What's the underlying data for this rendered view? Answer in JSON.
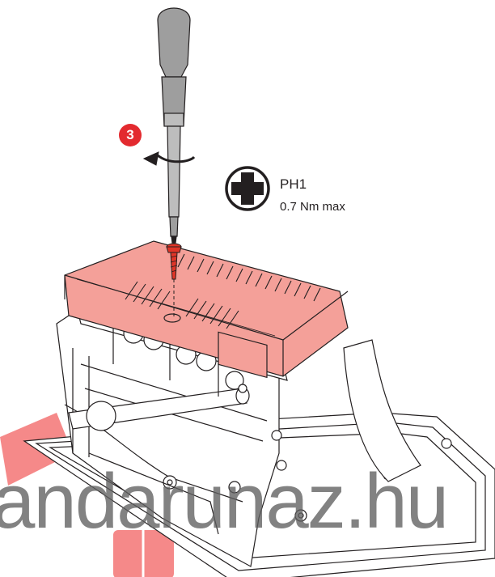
{
  "step": {
    "number": "3",
    "color": "#e32a2f"
  },
  "bit": {
    "name": "PH1",
    "torque": "0.7 Nm max"
  },
  "icons": {
    "driver": "phillips-screwdriver-icon",
    "rotation": "clockwise-arrow-icon",
    "bit": "phillips-bit-icon"
  },
  "colors": {
    "housing": "#f4a099",
    "screw": "#e03528",
    "outline": "#231f20",
    "watermark": "#f04a4a"
  },
  "watermark": {
    "text": "andarunaz.hu"
  }
}
